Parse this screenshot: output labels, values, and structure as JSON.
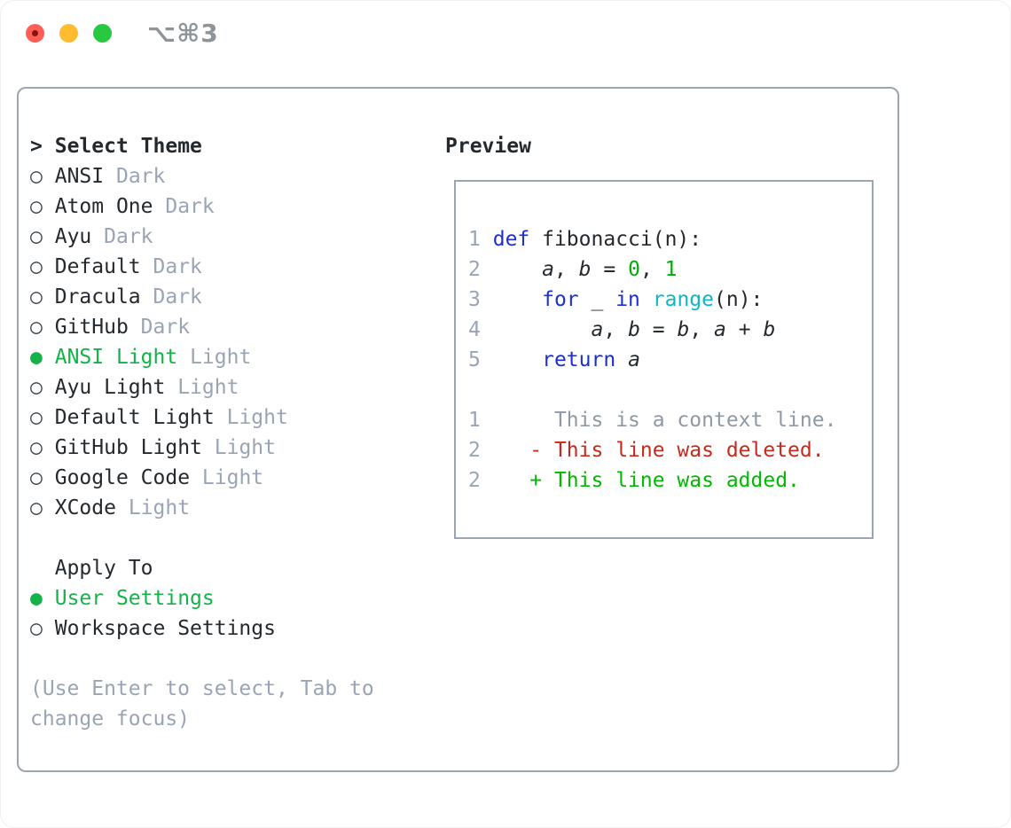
{
  "titlebar": {
    "title": "⌥⌘3"
  },
  "panel": {
    "theme_section": {
      "prefix": ">",
      "header": "Select Theme",
      "items": [
        {
          "bullet": "○",
          "name": "ANSI",
          "variant": "Dark",
          "selected": false
        },
        {
          "bullet": "○",
          "name": "Atom One",
          "variant": "Dark",
          "selected": false
        },
        {
          "bullet": "○",
          "name": "Ayu",
          "variant": "Dark",
          "selected": false
        },
        {
          "bullet": "○",
          "name": "Default",
          "variant": "Dark",
          "selected": false
        },
        {
          "bullet": "○",
          "name": "Dracula",
          "variant": "Dark",
          "selected": false
        },
        {
          "bullet": "○",
          "name": "GitHub",
          "variant": "Dark",
          "selected": false
        },
        {
          "bullet": "●",
          "name": "ANSI Light",
          "variant": "Light",
          "selected": true
        },
        {
          "bullet": "○",
          "name": "Ayu Light",
          "variant": "Light",
          "selected": false
        },
        {
          "bullet": "○",
          "name": "Default Light",
          "variant": "Light",
          "selected": false
        },
        {
          "bullet": "○",
          "name": "GitHub Light",
          "variant": "Light",
          "selected": false
        },
        {
          "bullet": "○",
          "name": "Google Code",
          "variant": "Light",
          "selected": false
        },
        {
          "bullet": "○",
          "name": "XCode",
          "variant": "Light",
          "selected": false
        }
      ]
    },
    "apply_section": {
      "header": "Apply To",
      "options": [
        {
          "bullet": "●",
          "name": "User Settings",
          "selected": true
        },
        {
          "bullet": "○",
          "name": "Workspace Settings",
          "selected": false
        }
      ]
    },
    "hint": "(Use Enter to select, Tab to change focus)",
    "preview": {
      "header": "Preview",
      "lines": [
        {
          "num": "1",
          "tokens": [
            [
              "kw",
              "def"
            ],
            [
              "pl",
              " fibonacci(n):"
            ]
          ]
        },
        {
          "num": "2",
          "tokens": [
            [
              "pl",
              "    "
            ],
            [
              "var",
              "a"
            ],
            [
              "pl",
              ", "
            ],
            [
              "var",
              "b"
            ],
            [
              "pl",
              " = "
            ],
            [
              "num",
              "0"
            ],
            [
              "pl",
              ", "
            ],
            [
              "num",
              "1"
            ]
          ]
        },
        {
          "num": "3",
          "tokens": [
            [
              "pl",
              "    "
            ],
            [
              "kw",
              "for"
            ],
            [
              "pl",
              " _ "
            ],
            [
              "kw",
              "in"
            ],
            [
              "pl",
              " "
            ],
            [
              "fn",
              "range"
            ],
            [
              "pl",
              "(n):"
            ]
          ]
        },
        {
          "num": "4",
          "tokens": [
            [
              "pl",
              "        "
            ],
            [
              "var",
              "a"
            ],
            [
              "pl",
              ", "
            ],
            [
              "var",
              "b"
            ],
            [
              "pl",
              " = "
            ],
            [
              "var",
              "b"
            ],
            [
              "pl",
              ", "
            ],
            [
              "var",
              "a"
            ],
            [
              "pl",
              " + "
            ],
            [
              "var",
              "b"
            ]
          ]
        },
        {
          "num": "5",
          "tokens": [
            [
              "pl",
              "    "
            ],
            [
              "kw",
              "return"
            ],
            [
              "pl",
              " "
            ],
            [
              "var",
              "a"
            ]
          ]
        },
        {
          "num": "",
          "tokens": []
        },
        {
          "num": "1",
          "tokens": [
            [
              "ctx",
              "     This is a context line."
            ]
          ]
        },
        {
          "num": "2",
          "tokens": [
            [
              "del",
              "   - This line was deleted."
            ]
          ]
        },
        {
          "num": "2",
          "tokens": [
            [
              "add",
              "   + This line was added."
            ]
          ]
        }
      ]
    }
  },
  "colors": {
    "accent_green": "#14b248",
    "keyword_blue": "#1b2fd4",
    "function_cyan": "#10b6c6",
    "number_green": "#00ad0a",
    "added_green": "#00ba00",
    "deleted_red": "#c9291d",
    "muted_gray": "#9aa4b4",
    "text_dark": "#24292e",
    "border_gray": "#9ca5b0",
    "traffic_red": "#ff5f57",
    "traffic_yellow": "#febc2e",
    "traffic_green": "#28c840"
  }
}
